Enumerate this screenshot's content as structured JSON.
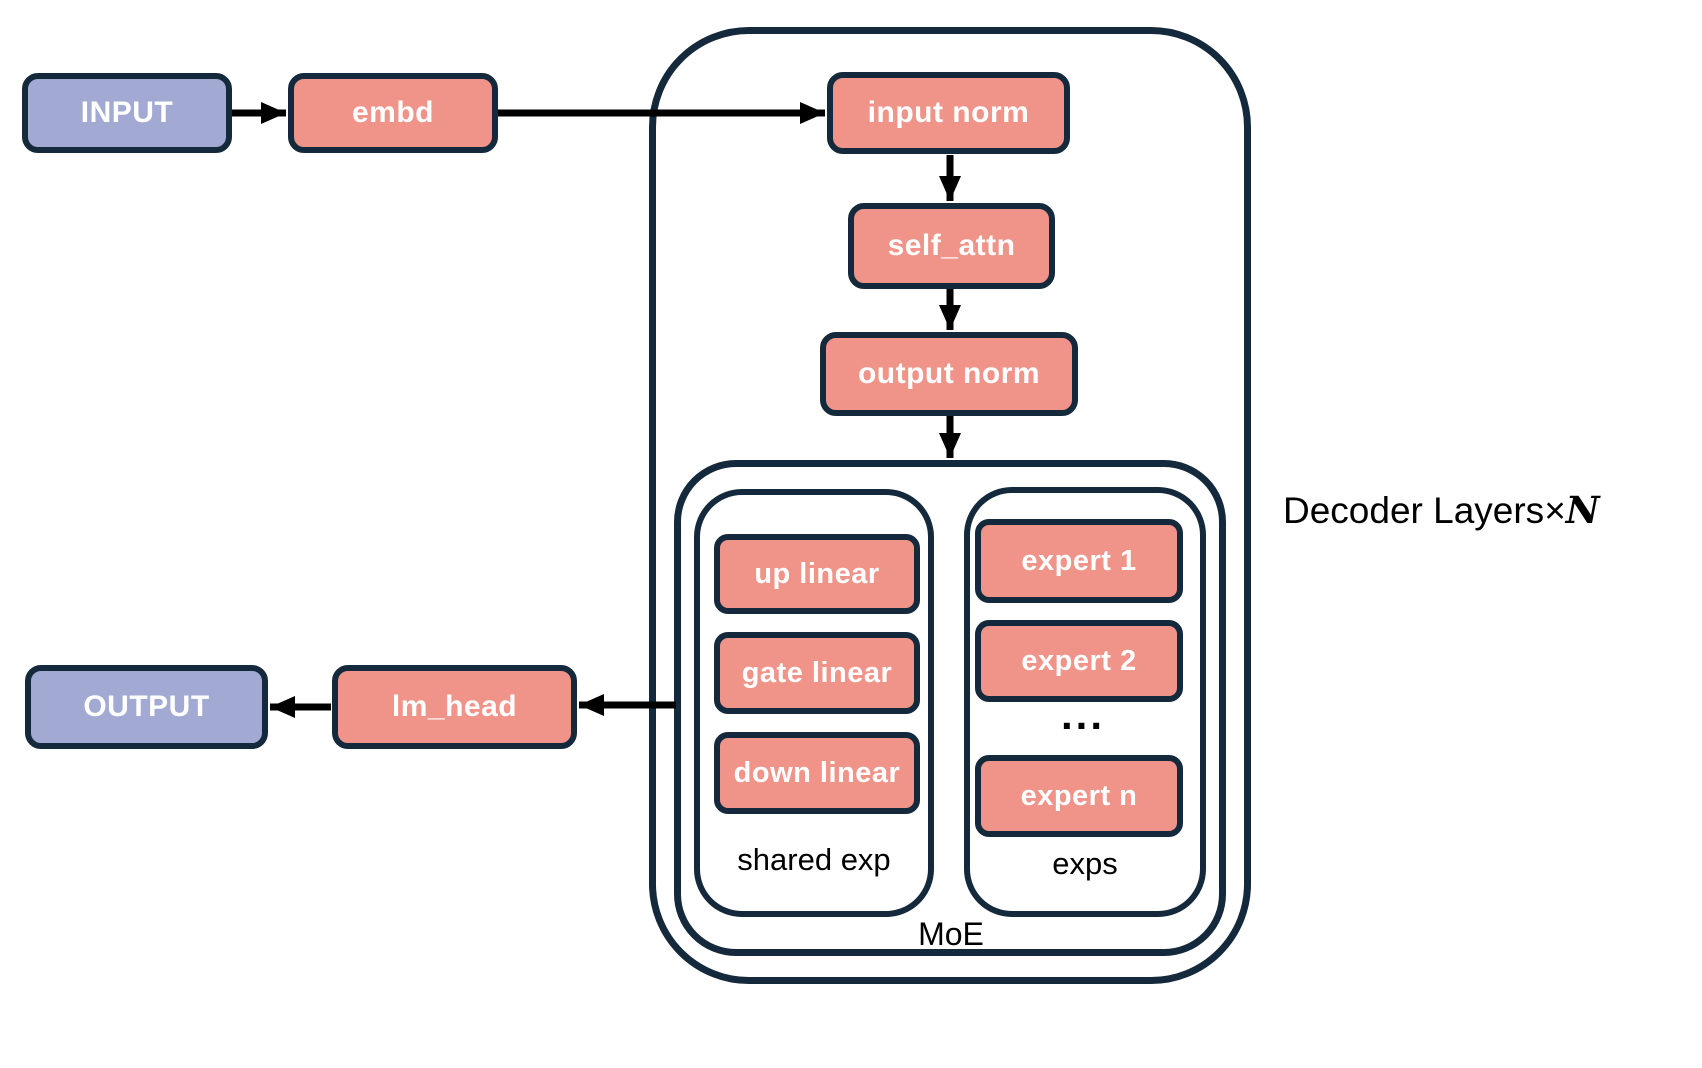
{
  "diagram": {
    "nodes": {
      "input": "INPUT",
      "embd": "embd",
      "input_norm": "input norm",
      "self_attn": "self_attn",
      "output_norm": "output norm",
      "up_linear": "up linear",
      "gate_linear": "gate linear",
      "down_linear": "down linear",
      "expert_1": "expert 1",
      "expert_2": "expert 2",
      "ellipsis": "...",
      "expert_n": "expert n",
      "lm_head": "lm_head",
      "output": "OUTPUT"
    },
    "labels": {
      "shared_exp": "shared exp",
      "exps": "exps",
      "moe": "MoE",
      "decoder_prefix": "Decoder Layers",
      "decoder_times": "×",
      "decoder_n": "N"
    },
    "colors": {
      "node_salmon": "#F0948A",
      "terminal_purple": "#A2AAD3",
      "outline_navy": "#14293B",
      "arrow_black": "#000000",
      "node_text": "#FFFFFF",
      "label_text": "#000000",
      "background": "#FFFFFF"
    }
  }
}
